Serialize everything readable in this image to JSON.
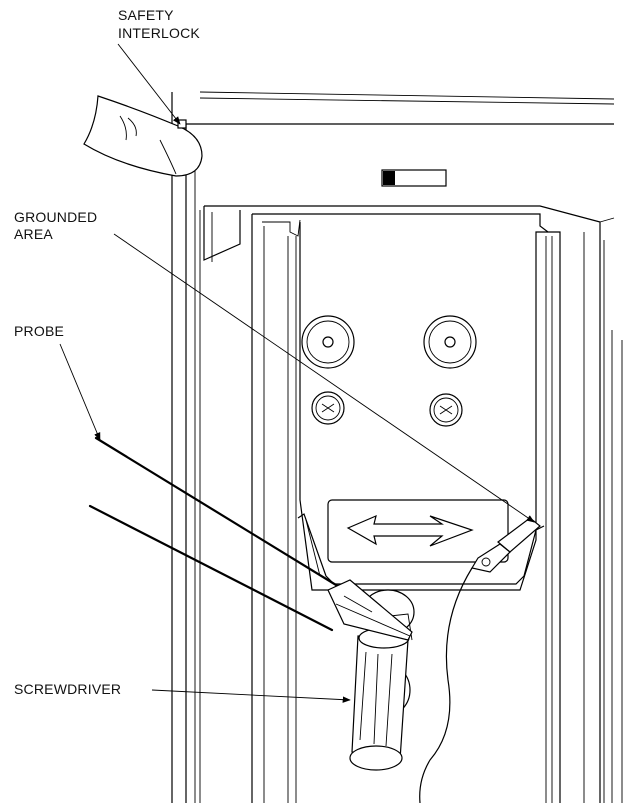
{
  "labels": {
    "safety_interlock_line1": "SAFETY",
    "safety_interlock_line2": "INTERLOCK",
    "grounded_area_line1": "GROUNDED",
    "grounded_area_line2": "AREA",
    "probe": "PROBE",
    "screwdriver": "SCREWDRIVER"
  },
  "colors": {
    "ink": "#000000",
    "background": "#ffffff"
  }
}
